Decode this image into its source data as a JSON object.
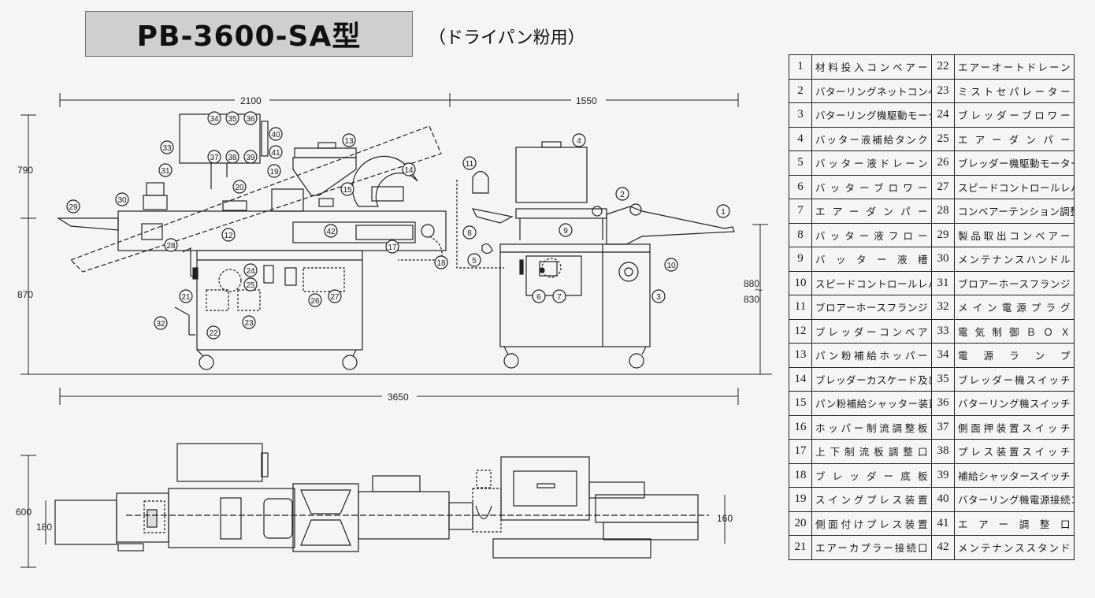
{
  "title": "PB-3600-SA型",
  "subtitle": "（ドライパン粉用）",
  "dimensions": {
    "d2100": "2100",
    "d1550": "1550",
    "d790": "790",
    "d870": "870",
    "d880": "880",
    "d830": "830",
    "d3650": "3650",
    "d600": "600",
    "d180": "180",
    "d160": "160"
  },
  "callouts": [
    "1",
    "2",
    "3",
    "4",
    "5",
    "6",
    "7",
    "8",
    "9",
    "10",
    "11",
    "12",
    "13",
    "14",
    "15",
    "17",
    "18",
    "19",
    "20",
    "21",
    "22",
    "23",
    "24",
    "25",
    "26",
    "27",
    "28",
    "29",
    "30",
    "31",
    "32",
    "33",
    "34",
    "35",
    "36",
    "37",
    "38",
    "39",
    "40",
    "41",
    "42"
  ],
  "parts": [
    {
      "num": "1",
      "name": "材料投入コンベアー"
    },
    {
      "num": "2",
      "name": "バターリングネットコンベアー"
    },
    {
      "num": "3",
      "name": "バターリング機駆動モーター"
    },
    {
      "num": "4",
      "name": "バッター液補給タンク"
    },
    {
      "num": "5",
      "name": "バッター液ドレーン"
    },
    {
      "num": "6",
      "name": "バッターブロワー"
    },
    {
      "num": "7",
      "name": "エアーダンパー"
    },
    {
      "num": "8",
      "name": "バッター液フロー"
    },
    {
      "num": "9",
      "name": "バッター液槽"
    },
    {
      "num": "10",
      "name": "スピードコントロールレバー"
    },
    {
      "num": "11",
      "name": "ブロアーホースフランジ"
    },
    {
      "num": "12",
      "name": "ブレッダーコンベア"
    },
    {
      "num": "13",
      "name": "パン粉補給ホッパー"
    },
    {
      "num": "14",
      "name": "ブレッダーカスケード及びカバー"
    },
    {
      "num": "15",
      "name": "パン粉補給シャッター装置"
    },
    {
      "num": "16",
      "name": "ホッパー制流調整板"
    },
    {
      "num": "17",
      "name": "上下制流板調整口"
    },
    {
      "num": "18",
      "name": "ブレッダー底板"
    },
    {
      "num": "19",
      "name": "スイングプレス装置"
    },
    {
      "num": "20",
      "name": "側面付けプレス装置"
    },
    {
      "num": "21",
      "name": "エアーカプラー接続口"
    },
    {
      "num": "22",
      "name": "エアーオートドレーン"
    },
    {
      "num": "23",
      "name": "ミストセパレーター"
    },
    {
      "num": "24",
      "name": "ブレッダーブロワー"
    },
    {
      "num": "25",
      "name": "エアーダンパー"
    },
    {
      "num": "26",
      "name": "ブレッダー機駆動モーター"
    },
    {
      "num": "27",
      "name": "スピードコントロールレバー"
    },
    {
      "num": "28",
      "name": "コンベアーテンション調整部"
    },
    {
      "num": "29",
      "name": "製品取出コンベアー"
    },
    {
      "num": "30",
      "name": "メンテナンスハンドル"
    },
    {
      "num": "31",
      "name": "ブロアーホースフランジ"
    },
    {
      "num": "32",
      "name": "メイン電源プラグ"
    },
    {
      "num": "33",
      "name": "電気制御ＢＯＸ"
    },
    {
      "num": "34",
      "name": "電源ランプ"
    },
    {
      "num": "35",
      "name": "ブレッダー機スイッチ"
    },
    {
      "num": "36",
      "name": "バターリング機スイッチ"
    },
    {
      "num": "37",
      "name": "側面押装置スイッチ"
    },
    {
      "num": "38",
      "name": "プレス装置スイッチ"
    },
    {
      "num": "39",
      "name": "補給シャッタースイッチ"
    },
    {
      "num": "40",
      "name": "バターリング機電源接続コンセント"
    },
    {
      "num": "41",
      "name": "エアー調整口"
    },
    {
      "num": "42",
      "name": "メンテナンススタンド"
    }
  ]
}
